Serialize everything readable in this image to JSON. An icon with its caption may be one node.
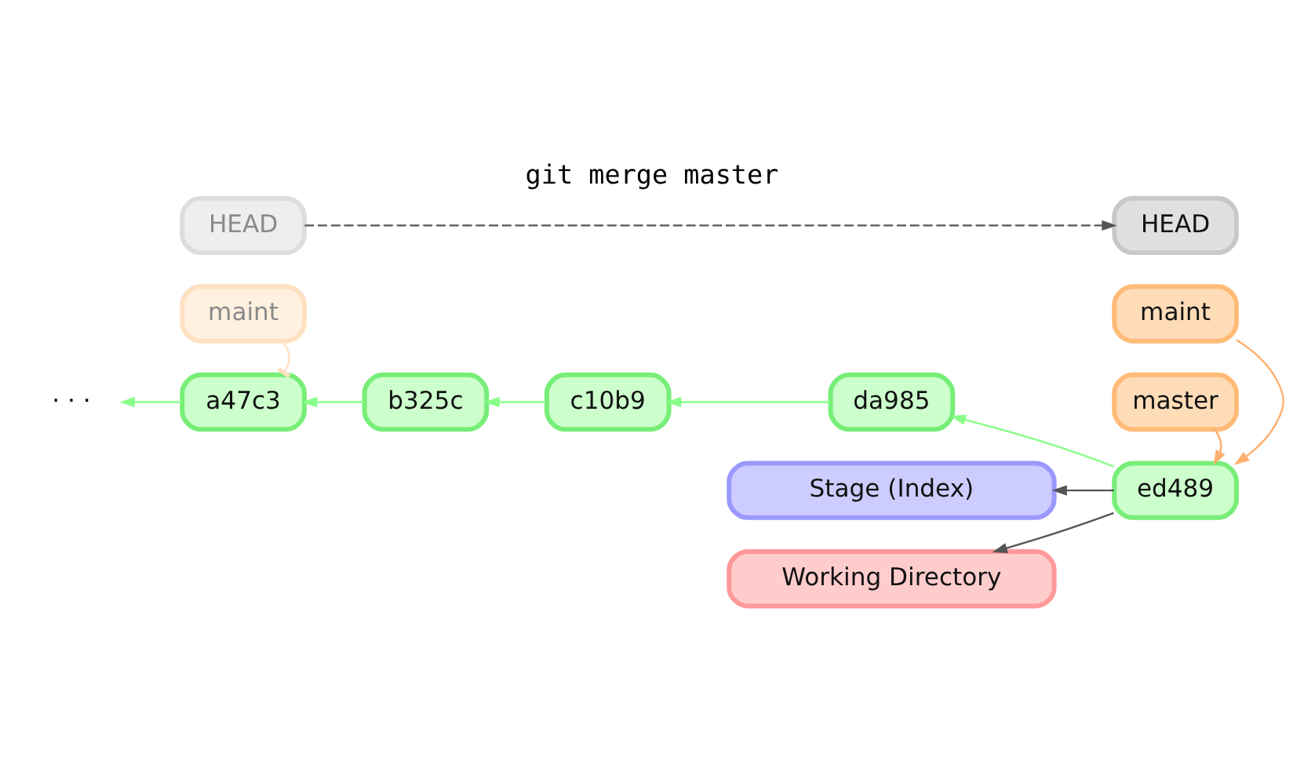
{
  "diagram": {
    "title": "git merge master",
    "nodes": [
      {
        "text": [
          "HEAD"
        ]
      },
      {
        "text": [
          "maint"
        ]
      },
      {
        "text": [
          "HEAD"
        ]
      },
      {
        "text": [
          "maint"
        ]
      },
      {
        "text": [
          "· · ·"
        ]
      },
      {
        "text": [
          "a47c3"
        ]
      },
      {
        "text": [
          "b325c"
        ]
      },
      {
        "text": [
          "c10b9"
        ]
      },
      {
        "text": [
          "da985"
        ]
      },
      {
        "text": [
          "ed489"
        ]
      },
      {
        "text": [
          "master"
        ]
      },
      {
        "text": [
          "Stage (Index)"
        ]
      },
      {
        "text": [
          "Working Directory"
        ]
      }
    ],
    "edges": [
      {
        "from": 0,
        "to": 2,
        "arrow": "to",
        "style": "dashed",
        "color": "#555555"
      },
      {
        "from": 1,
        "to": 5,
        "arrow": "other",
        "color": "#ffe0c0"
      },
      {
        "from": 3,
        "to": 9,
        "arrow": "to",
        "color": "#ffb070"
      },
      {
        "from": 10,
        "to": 9,
        "arrow": "to",
        "color": "#ffb070"
      },
      {
        "from": 9,
        "to": 8,
        "arrow": "to"
      },
      {
        "from": 8,
        "to": 7,
        "arrow": "to"
      },
      {
        "from": 7,
        "to": 6,
        "arrow": "to"
      },
      {
        "from": 6,
        "to": 5,
        "arrow": "to"
      },
      {
        "from": 5,
        "to": 4,
        "arrow": "to"
      },
      {
        "from": 9,
        "to": 11,
        "arrow": "to",
        "color": "#555555"
      },
      {
        "from": 9,
        "to": 12,
        "arrow": "to",
        "color": "#555555"
      }
    ]
  }
}
